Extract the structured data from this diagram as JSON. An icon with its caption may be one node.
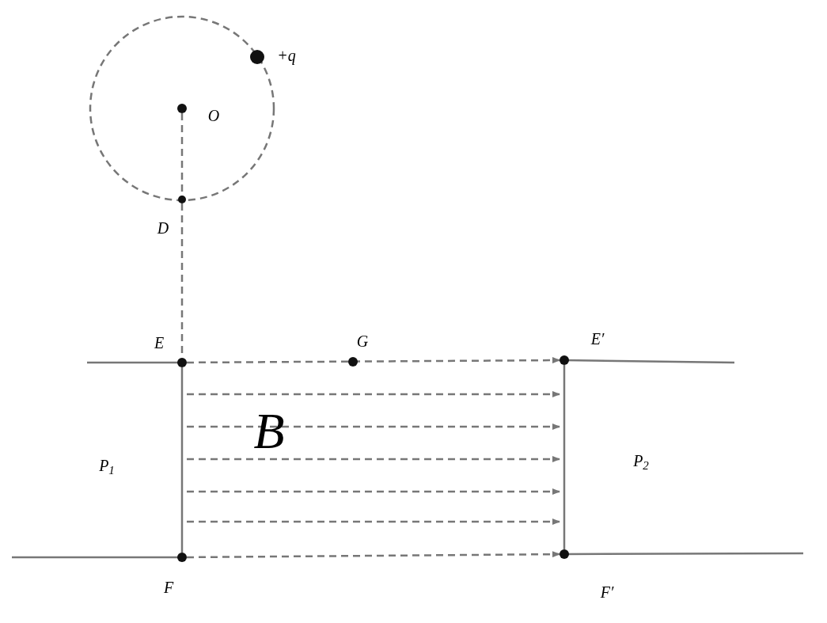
{
  "diagram": {
    "nodes": [
      {
        "text": [],
        "shape": "circle",
        "beside": [
          "+q"
        ]
      },
      {
        "text": [],
        "shape": "circle",
        "beside": [
          "O"
        ]
      },
      {
        "text": [],
        "shape": "circle",
        "beside": [
          "D"
        ]
      },
      {
        "text": [],
        "shape": "circle",
        "beside": [
          "E"
        ]
      },
      {
        "text": [],
        "shape": "circle",
        "beside": [
          "G"
        ]
      },
      {
        "text": [],
        "shape": "circle",
        "beside": [
          "E′"
        ]
      },
      {
        "text": [],
        "shape": "circle",
        "beside": [
          "F"
        ]
      },
      {
        "text": [],
        "shape": "circle",
        "beside": [
          "F′"
        ]
      }
    ],
    "edges": [
      {
        "from": 1,
        "to": 2,
        "arrow": "none",
        "style": "dashed"
      },
      {
        "from": 2,
        "to": 3,
        "arrow": "none",
        "style": "dashed"
      },
      {
        "from": 3,
        "to": 6,
        "arrow": "none"
      },
      {
        "from": 5,
        "to": 7,
        "arrow": "none"
      },
      {
        "from": 3,
        "to": 5,
        "arrow": "to",
        "style": "dashed"
      },
      {
        "from": 6,
        "to": 7,
        "arrow": "to",
        "style": "dashed"
      }
    ],
    "labels": [
      "B",
      "P$_{1}$",
      "P$_{2}$"
    ]
  }
}
